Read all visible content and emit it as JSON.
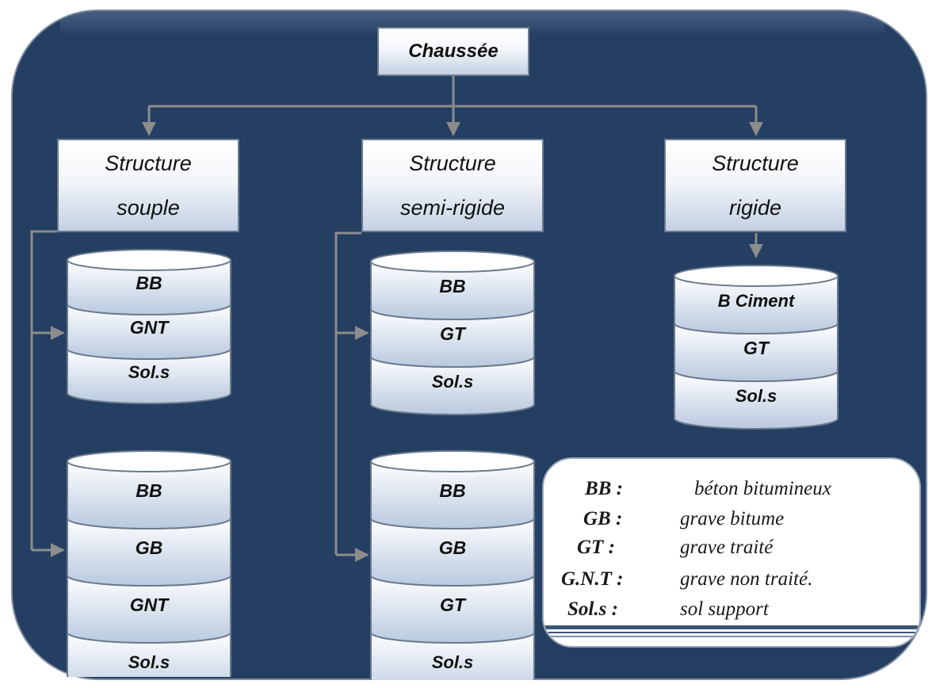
{
  "root": {
    "label": "Chaussée"
  },
  "structures": [
    {
      "line1": "Structure",
      "line2": "souple"
    },
    {
      "line1": "Structure",
      "line2": "semi-rigide"
    },
    {
      "line1": "Structure",
      "line2": "rigide"
    }
  ],
  "stacks": [
    {
      "layers": [
        "BB",
        "GNT",
        "Sol.s"
      ]
    },
    {
      "layers": [
        "BB",
        "GB",
        "GNT",
        "Sol.s"
      ]
    },
    {
      "layers": [
        "BB",
        "GT",
        "Sol.s"
      ]
    },
    {
      "layers": [
        "BB",
        "GB",
        "GT",
        "Sol.s"
      ]
    },
    {
      "layers": [
        "B Ciment",
        "GT",
        "Sol.s"
      ]
    }
  ],
  "legend": [
    {
      "abbr": "BB :",
      "def": "béton bitumineux"
    },
    {
      "abbr": "GB :",
      "def": "grave bitume"
    },
    {
      "abbr": "GT :",
      "def": "grave traité"
    },
    {
      "abbr": "G.N.T :",
      "def": "grave non traité."
    },
    {
      "abbr": "Sol.s :",
      "def": "sol support"
    }
  ],
  "colors": {
    "background": "#253f62",
    "connector": "#8c8c8c",
    "layer_light": "#ffffff",
    "layer_dark": "#b9c9df"
  }
}
